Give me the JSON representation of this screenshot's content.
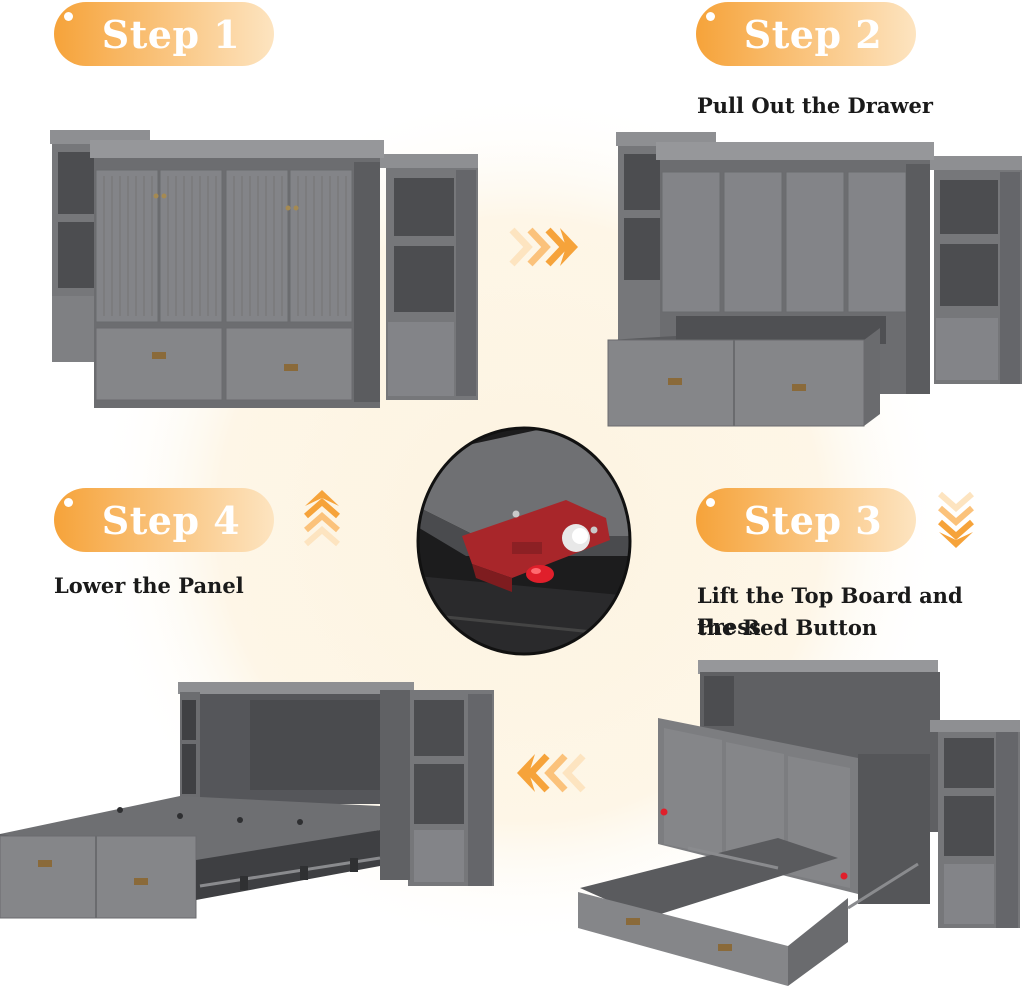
{
  "steps": [
    {
      "label": "Step 1",
      "caption": ""
    },
    {
      "label": "Step 2",
      "caption": "Pull Out the Drawer"
    },
    {
      "label": "Step 3",
      "caption_line1": "Lift the Top Board and Press",
      "caption_line2": "the Red Button"
    },
    {
      "label": "Step 4",
      "caption": "Lower the Panel"
    }
  ],
  "colors": {
    "badge_gradient_start": "#f7a43a",
    "badge_gradient_end": "#fde3bd",
    "cabinet_gray": "#7c7d80",
    "cabinet_dark": "#5e5f62",
    "cabinet_light": "#8f9094",
    "latch_red": "#a8262a",
    "button_red": "#e01f2b",
    "glow": "#fdf3df"
  },
  "icons": {
    "arrow_right": "chevron-right-icon",
    "arrow_down": "chevron-down-icon",
    "arrow_left": "chevron-left-icon",
    "arrow_up": "chevron-up-icon"
  }
}
